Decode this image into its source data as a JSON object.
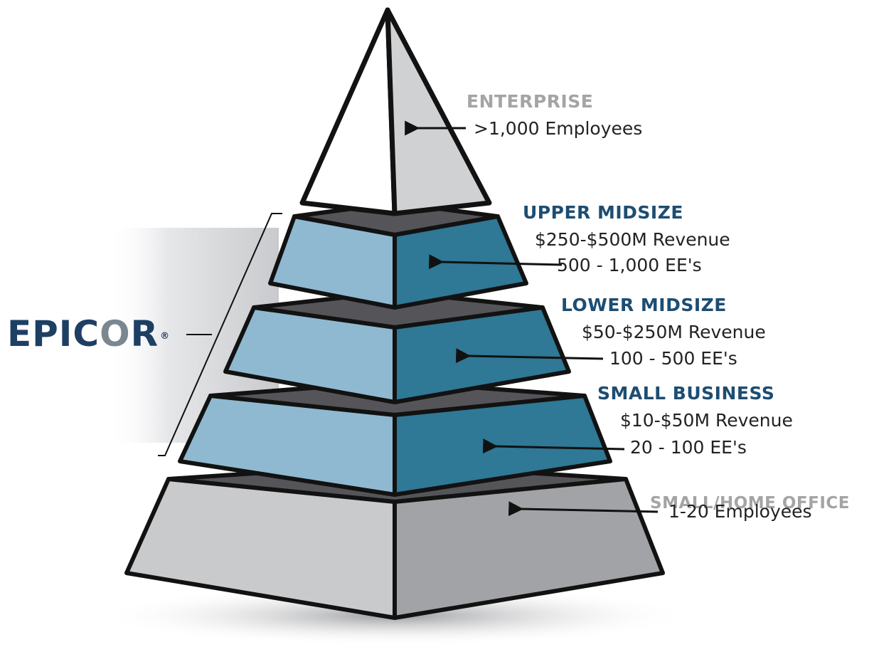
{
  "colors": {
    "tier_light": "#8fb9d0",
    "tier_dark": "#2f7896",
    "tier_rim": "#555559",
    "outline": "#121212",
    "enterprise_light": "#ffffff",
    "enterprise_dark": "#d0d1d3",
    "base_light": "#c9cacc",
    "base_dark": "#a2a3a6",
    "title_blue": "#1d4d72",
    "title_gray": "#a3a4a6",
    "logo_blue": "#1d3f63",
    "bracket_panel": "#e4e5e7"
  },
  "logo": {
    "text": "EPIC",
    "text_o": "O",
    "text_end": "R",
    "registered": "®"
  },
  "tiers": [
    {
      "id": "enterprise",
      "title": "ENTERPRISE",
      "title_color": "gray",
      "lines": [
        ">1,000 Employees"
      ]
    },
    {
      "id": "upper-midsize",
      "title": "UPPER MIDSIZE",
      "title_color": "blue",
      "lines": [
        "$250-$500M Revenue",
        "500 - 1,000 EE's"
      ]
    },
    {
      "id": "lower-midsize",
      "title": "LOWER MIDSIZE",
      "title_color": "blue",
      "lines": [
        "$50-$250M Revenue",
        "100 - 500 EE's"
      ]
    },
    {
      "id": "small-business",
      "title": "SMALL BUSINESS",
      "title_color": "blue",
      "lines": [
        "$10-$50M Revenue",
        "20 - 100 EE's"
      ]
    },
    {
      "id": "small-home-office",
      "title": "SMALL/HOME OFFICE",
      "title_color": "gray",
      "lines": [
        "1-20 Employees"
      ]
    }
  ]
}
